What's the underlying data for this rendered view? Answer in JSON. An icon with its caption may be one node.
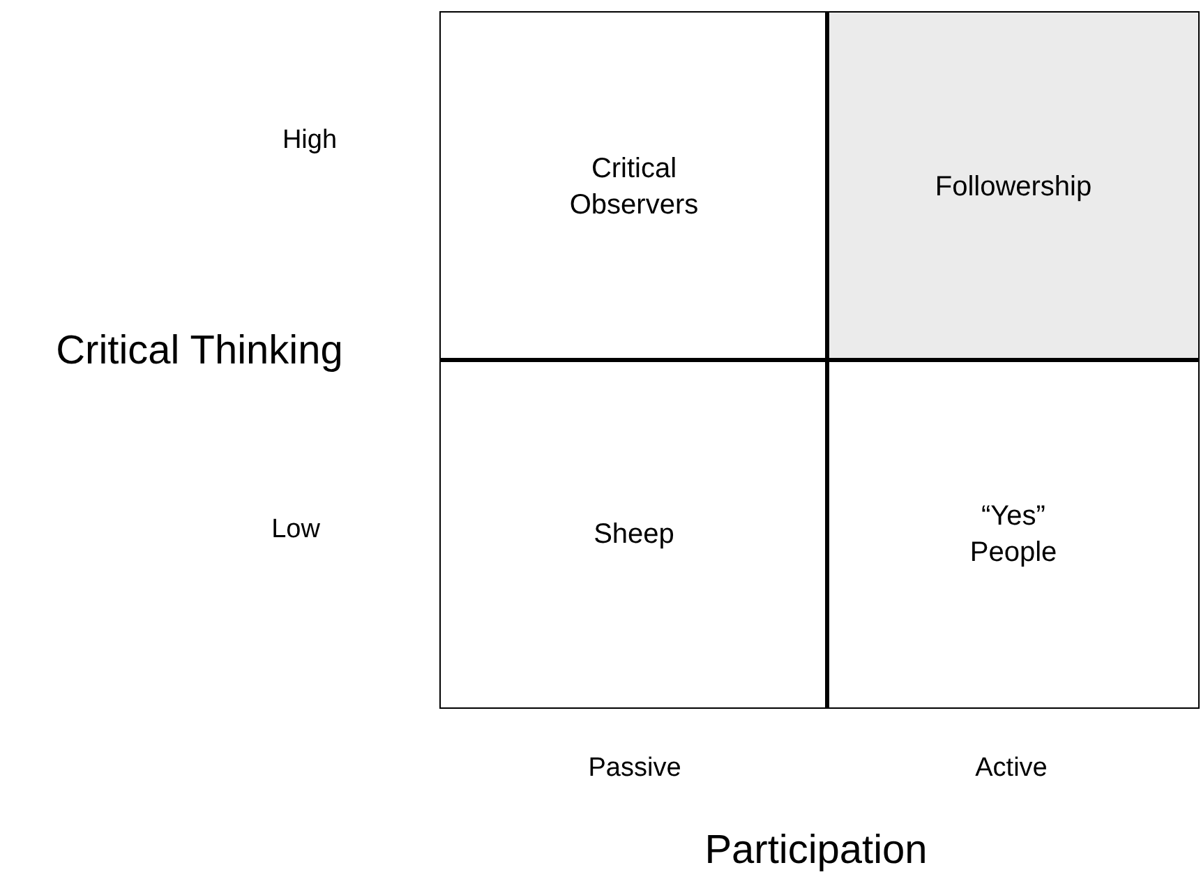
{
  "diagram": {
    "nodes": [
      {
        "text": [
          "Critical Observers"
        ]
      },
      {
        "text": [
          "Followership"
        ]
      },
      {
        "text": [
          "Sheep"
        ]
      },
      {
        "text": [
          "“Yes” People"
        ]
      }
    ],
    "labels": [
      "High",
      "Critical Thinking",
      "Low",
      "Passive",
      "Active",
      "Participation"
    ]
  }
}
